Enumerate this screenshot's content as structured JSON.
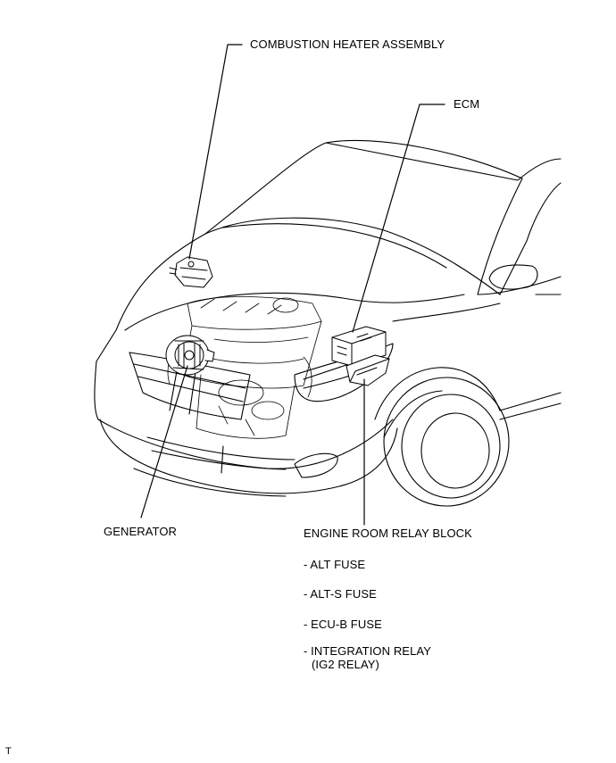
{
  "labels": {
    "combustion_heater": "COMBUSTION HEATER ASSEMBLY",
    "ecm": "ECM",
    "generator": "GENERATOR",
    "relay_block": "ENGINE ROOM RELAY BLOCK",
    "relay_items": [
      "- ALT FUSE",
      "- ALT-S FUSE",
      "- ECU-B FUSE",
      "- INTEGRATION RELAY"
    ],
    "relay_item_sub": "(IG2 RELAY)",
    "corner_mark": "T"
  }
}
